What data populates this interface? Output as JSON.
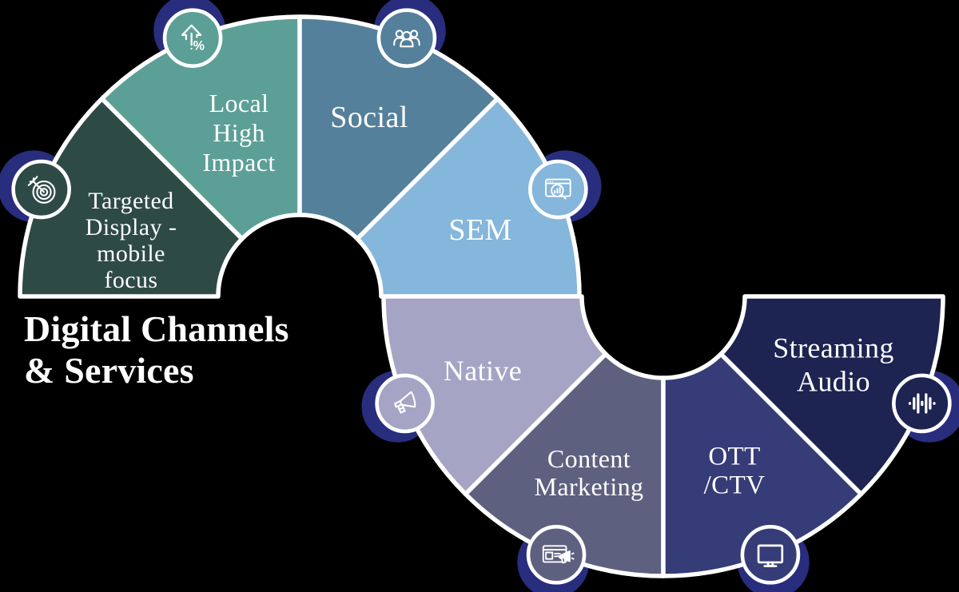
{
  "title": {
    "text": "Digital Channels & Services",
    "lines": [
      "Digital Channels",
      "& Services"
    ]
  },
  "colors": {
    "background": "#000000",
    "divider": "#ffffff",
    "label_text": "#ffffff",
    "icon_ring": "#ffffff",
    "icon_shadow": "#282d7d"
  },
  "arcs": {
    "top": [
      "targeted_display",
      "local_high_impact",
      "social",
      "sem"
    ],
    "bottom": [
      "native",
      "content_marketing",
      "ott_ctv",
      "streaming_audio"
    ]
  },
  "segments": {
    "targeted_display": {
      "label": "Targeted Display - mobile focus",
      "lines": [
        "Targeted",
        "Display -",
        "mobile",
        "focus"
      ],
      "color": "#2e4a45",
      "icon": "target-icon"
    },
    "local_high_impact": {
      "label": "Local High Impact",
      "lines": [
        "Local",
        "High",
        "Impact"
      ],
      "color": "#5c9f97",
      "icon": "growth-percent-icon"
    },
    "social": {
      "label": "Social",
      "lines": [
        "Social"
      ],
      "color": "#54809b",
      "icon": "people-group-icon"
    },
    "sem": {
      "label": "SEM",
      "lines": [
        "SEM"
      ],
      "color": "#85b6db",
      "icon": "search-results-icon"
    },
    "native": {
      "label": "Native",
      "lines": [
        "Native"
      ],
      "color": "#a5a4c4",
      "icon": "megaphone-icon"
    },
    "content_marketing": {
      "label": "Content Marketing",
      "lines": [
        "Content",
        "Marketing"
      ],
      "color": "#5e6080",
      "icon": "content-promotion-icon"
    },
    "ott_ctv": {
      "label": "OTT /CTV",
      "lines": [
        "OTT",
        "/CTV"
      ],
      "color": "#353c77",
      "icon": "tv-screen-icon"
    },
    "streaming_audio": {
      "label": "Streaming Audio",
      "lines": [
        "Streaming",
        "Audio"
      ],
      "color": "#1d2452",
      "icon": "audio-wave-icon"
    }
  }
}
